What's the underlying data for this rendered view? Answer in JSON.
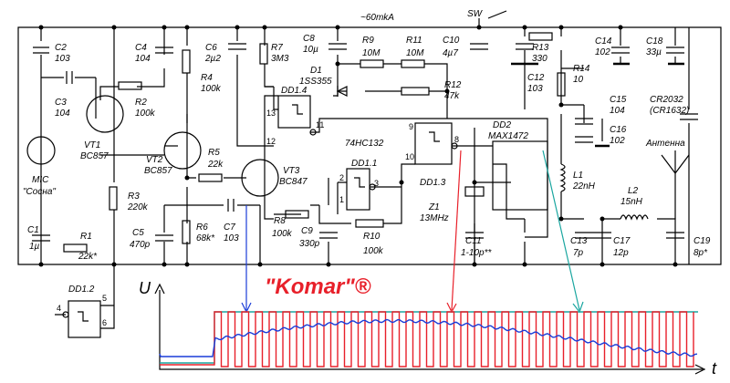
{
  "header": {
    "current": "~60mkA",
    "switch": "SW"
  },
  "brand": {
    "text": "\"Komar\"®",
    "color": "#e8202a"
  },
  "axes": {
    "y_label": "U",
    "x_label": "t"
  },
  "labels": {
    "c1_name": "C1",
    "c1_val": "1µ",
    "c2_name": "C2",
    "c2_val": "103",
    "c3_name": "C3",
    "c3_val": "104",
    "c4_name": "C4",
    "c4_val": "104",
    "c5_name": "C5",
    "c5_val": "470p",
    "c6_name": "C6",
    "c6_val": "2µ2",
    "c7_name": "C7",
    "c7_val": "103",
    "c8_name": "C8",
    "c8_val": "10µ",
    "c9_name": "C9",
    "c9_val": "330p",
    "c10_name": "C10",
    "c10_val": "4µ7",
    "c11_name": "C11",
    "c11_val": "1-10p**",
    "c12_name": "C12",
    "c12_val": "103",
    "c13_name": "C13",
    "c13_val": "7p",
    "c14_name": "C14",
    "c14_val": "102",
    "c15_name": "C15",
    "c15_val": "104",
    "c16_name": "C16",
    "c16_val": "102",
    "c17_name": "C17",
    "c17_val": "12p",
    "c18_name": "C18",
    "c18_val": "33µ",
    "c19_name": "C19",
    "c19_val": "8p*",
    "r1_name": "R1",
    "r1_val": "22k*",
    "r2_name": "R2",
    "r2_val": "100k",
    "r3_name": "R3",
    "r3_val": "220k",
    "r4_name": "R4",
    "r4_val": "100k",
    "r5_name": "R5",
    "r5_val": "22k",
    "r6_name": "R6",
    "r6_val": "68k*",
    "r7_name": "R7",
    "r7_val": "3M3",
    "r8_name": "R8",
    "r8_val": "100k",
    "r9_name": "R9",
    "r9_val": "10M",
    "r10_name": "R10",
    "r10_val": "100k",
    "r11_name": "R11",
    "r11_val": "10M",
    "r12_name": "R12",
    "r12_val": "47k",
    "r13_name": "R13",
    "r13_val": "330",
    "r14_name": "R14",
    "r14_val": "10",
    "vt1_name": "VT1",
    "vt1_val": "BC857",
    "vt2_name": "VT2",
    "vt2_val": "BC857",
    "vt3_name": "VT3",
    "vt3_val": "BC847",
    "d1_name": "D1",
    "d1_val": "1SS355",
    "dd14": "DD1.4",
    "dd11": "DD1.1",
    "dd13": "DD1.3",
    "dd12": "DD1.2",
    "ic_family": "74HC132",
    "dd2_name": "DD2",
    "dd2_val": "MAX1472",
    "z1_name": "Z1",
    "z1_val": "13MHz",
    "l1_name": "L1",
    "l1_val": "22nH",
    "l2_name": "L2",
    "l2_val": "15nH",
    "mic_name": "MIC",
    "mic_val": "\"Сосна\"",
    "battery": "CR2032",
    "battery_alt": "(CR1632)",
    "antenna": "Антенна",
    "pin13": "13",
    "pin12": "12",
    "pin11": "11",
    "pin9": "9",
    "pin8": "8",
    "pin10": "10",
    "pin2": "2",
    "pin1": "1",
    "pin3": "3",
    "pin4": "4",
    "pin5": "5",
    "pin6": "6"
  },
  "colors": {
    "blue": "#1a3cd8",
    "red": "#e8202a",
    "teal": "#1aa6a0"
  }
}
